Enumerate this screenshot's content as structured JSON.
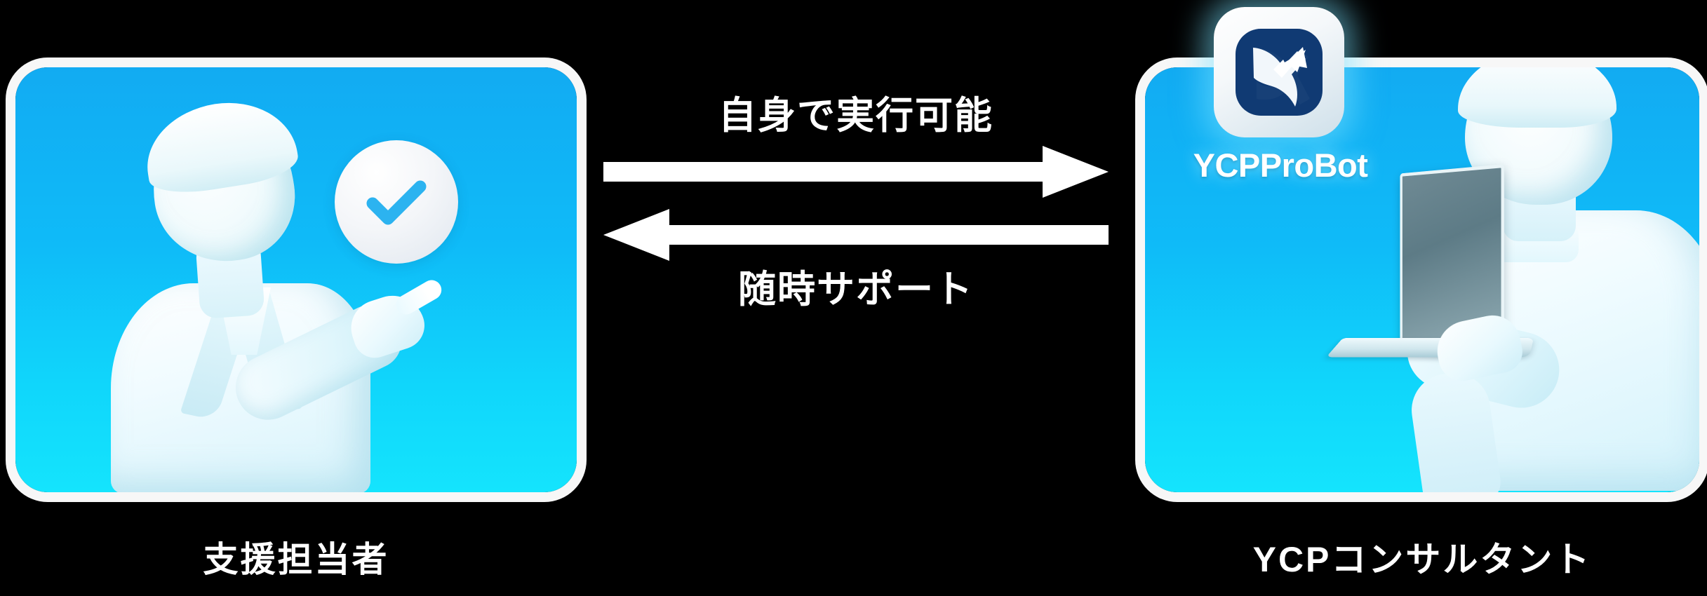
{
  "theme": {
    "background": "#000000",
    "card_gradient_top": "#12ABF2",
    "card_gradient_bottom": "#14E4FD",
    "logo_navy": "#103A73",
    "check_accent": "#2CB3F0",
    "text_color": "#FFFFFF"
  },
  "left_card": {
    "caption": "支援担当者",
    "check_badge_icon": "check-circle-icon",
    "person_icon": "person-pointing-icon"
  },
  "right_card": {
    "caption": "YCPコンサルタント",
    "brand_name": "YCPProBot",
    "app_icon": "ycpprobot-app-icon",
    "person_icon": "person-with-laptop-icon"
  },
  "flow": {
    "forward": {
      "label": "自身で実行可能",
      "arrow_icon": "arrow-right-icon",
      "direction": "right"
    },
    "backward": {
      "label": "随時サポート",
      "arrow_icon": "arrow-left-icon",
      "direction": "left"
    }
  }
}
